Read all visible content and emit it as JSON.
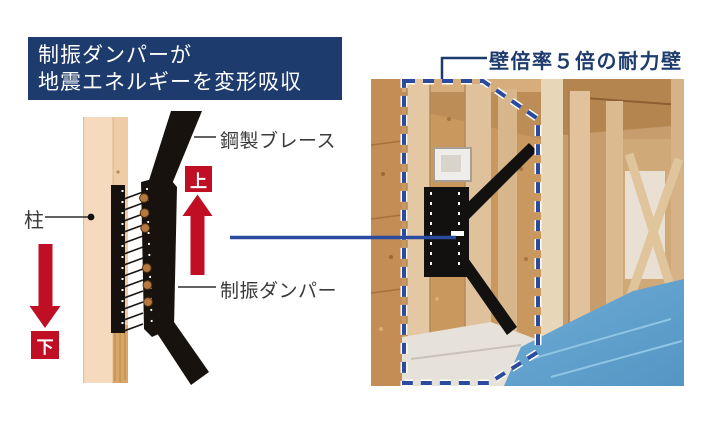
{
  "banner": {
    "line1": "制振ダンパーが",
    "line2": "地震エネルギーを変形吸収"
  },
  "diagram": {
    "pillar_label": "柱",
    "steel_brace_label": "鋼製ブレース",
    "damper_label": "制振ダンパー",
    "up_label": "上",
    "down_label": "下"
  },
  "photo": {
    "caption": "壁倍率５倍の耐力壁"
  },
  "colors": {
    "navy": "#1e3b6d",
    "red": "#c00e25",
    "blue": "#2b4c9e",
    "ink": "#3a3a3a",
    "wood-face": "#f6dabe",
    "wood-edge": "#efcba6",
    "wood-grain": "#d8a768",
    "steel-black": "#18120e",
    "rivet-copper": "#b5793f",
    "floor-blue": "#5b9cc9"
  }
}
